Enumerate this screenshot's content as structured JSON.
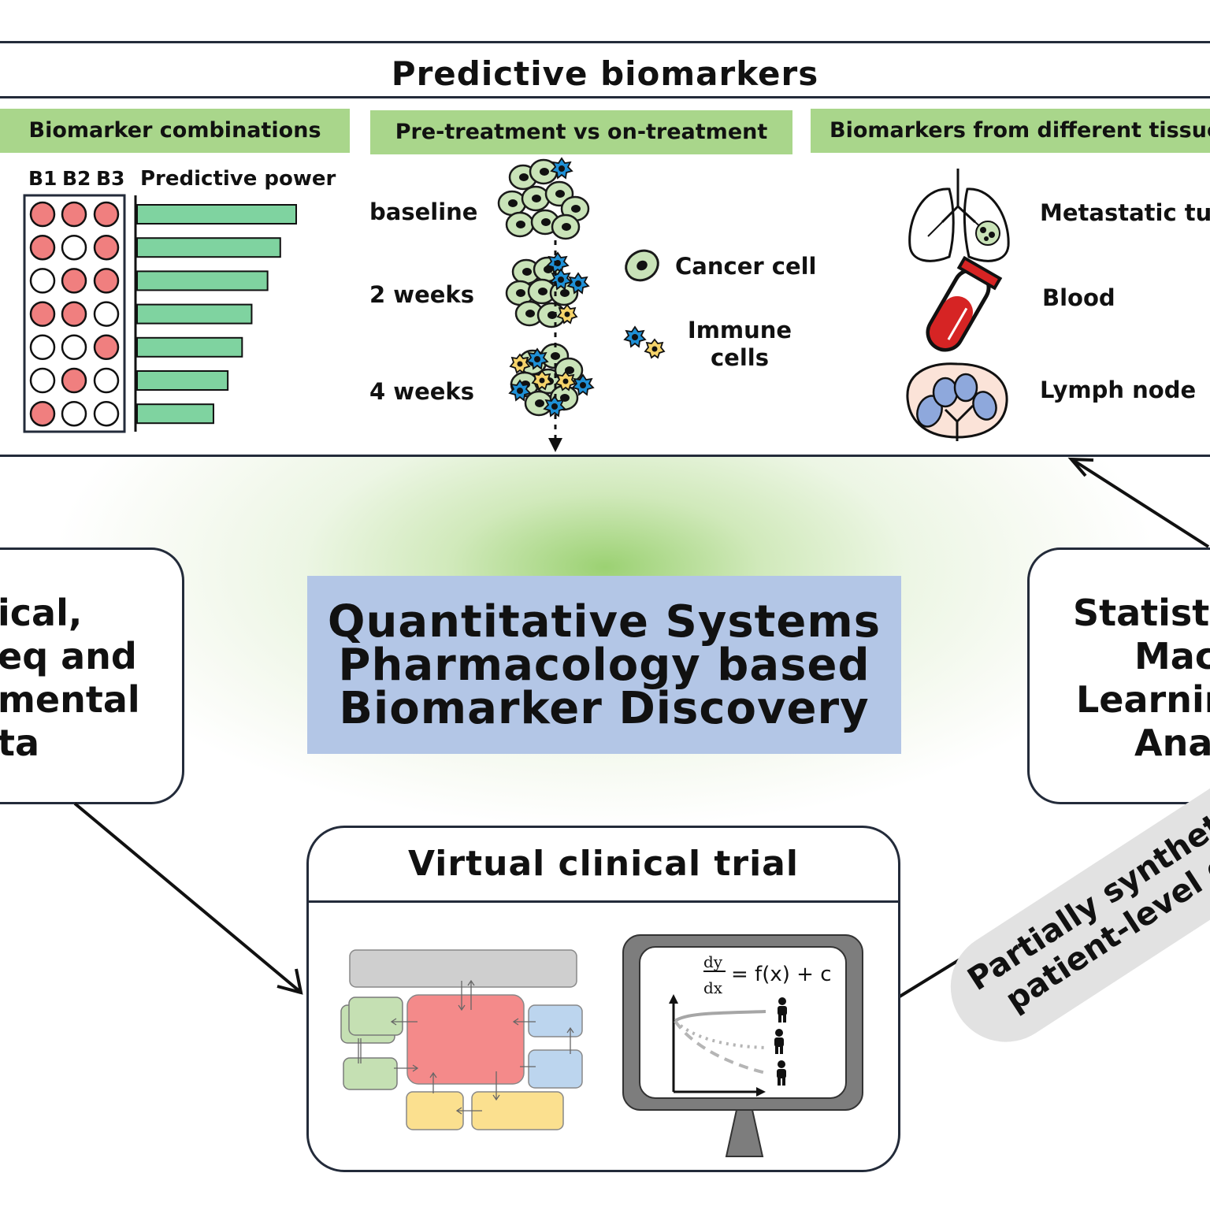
{
  "top_panel": {
    "title": "Predictive biomarkers",
    "sections": {
      "combinations": {
        "header": "Biomarker combinations",
        "col_labels": [
          "B1",
          "B2",
          "B3"
        ],
        "power_label": "Predictive power",
        "rows": [
          {
            "pattern": [
              1,
              1,
              1
            ],
            "power": 1.0
          },
          {
            "pattern": [
              1,
              0,
              1
            ],
            "power": 0.9
          },
          {
            "pattern": [
              0,
              1,
              1
            ],
            "power": 0.82
          },
          {
            "pattern": [
              1,
              1,
              0
            ],
            "power": 0.72
          },
          {
            "pattern": [
              0,
              0,
              1
            ],
            "power": 0.66
          },
          {
            "pattern": [
              0,
              1,
              0
            ],
            "power": 0.57
          },
          {
            "pattern": [
              1,
              0,
              0
            ],
            "power": 0.48
          }
        ]
      },
      "timepoints": {
        "header": "Pre-treatment vs on-treatment",
        "times": [
          "baseline",
          "2 weeks",
          "4 weeks"
        ],
        "legend_cancer": "Cancer cell",
        "legend_immune_line1": "Immune",
        "legend_immune_line2": "cells"
      },
      "tissues": {
        "header": "Biomarkers from different tissues",
        "items": [
          "Metastatic tumor",
          "Blood",
          "Lymph node"
        ]
      }
    }
  },
  "left_box": {
    "lines": [
      "ical,",
      "eq and",
      "mental",
      "ta"
    ]
  },
  "center_title": {
    "lines": [
      "Quantitative Systems",
      "Pharmacology based",
      "Biomarker Discovery"
    ]
  },
  "right_box": {
    "lines": [
      "Statisti",
      "Mac",
      "Learnin",
      "Ana"
    ]
  },
  "vct": {
    "title": "Virtual clinical trial",
    "equation": "= f(x) + c",
    "eq_num": "dy",
    "eq_den": "dx"
  },
  "pill": {
    "line1": "Partially synthetic",
    "line2": "patient-level data"
  },
  "colors": {
    "header_green": "#a9d68b",
    "bar_green": "#7fd3a0",
    "marker_red": "#f07f7f",
    "title_blue": "#b3c6e6",
    "cancer_cell": "#c9e3b8",
    "immune_blue": "#1e90d6",
    "immune_yellow": "#f5d36a"
  }
}
